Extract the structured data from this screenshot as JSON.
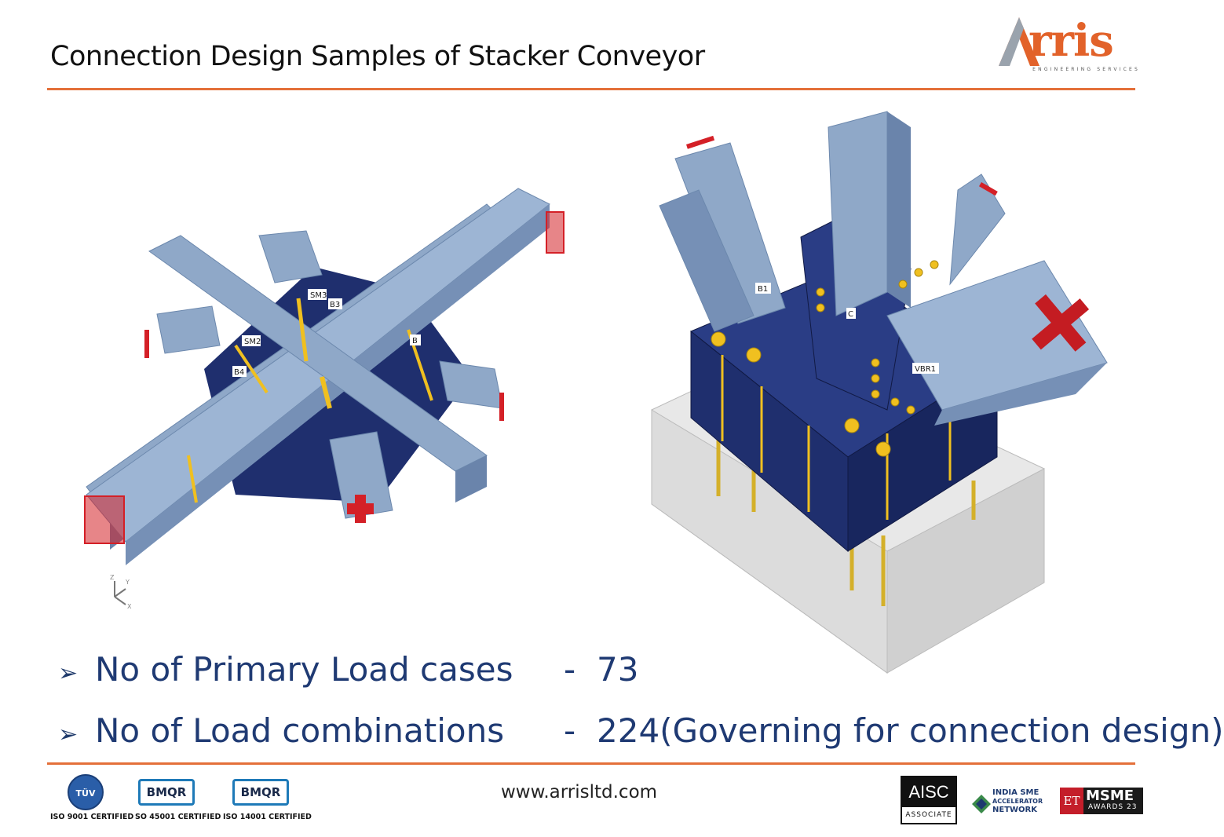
{
  "slide": {
    "title": "Connection Design Samples of Stacker Conveyor"
  },
  "logo": {
    "name": "Arris",
    "tagline": "ENGINEERING SERVICES",
    "color": "#e2622a"
  },
  "figures": {
    "left_labels": [
      "SM3",
      "B3",
      "SM2",
      "B4",
      "B"
    ],
    "axis_labels": [
      "Z",
      "Y",
      "X"
    ],
    "right_labels": [
      "B1",
      "C",
      "VBR1"
    ]
  },
  "bullets": [
    {
      "label": "No of Primary Load cases",
      "dash": "-",
      "value": "73"
    },
    {
      "label": "No of Load combinations",
      "dash": "-",
      "value": "224(Governing for connection design)"
    }
  ],
  "footer": {
    "website": "www.arrisltd.com",
    "certifications": [
      {
        "badge": "TÜV",
        "label": "ISO 9001 CERTIFIED"
      },
      {
        "badge": "BMQR",
        "label": "SO 45001 CERTIFIED"
      },
      {
        "badge": "BMQR",
        "label": "ISO 14001 CERTIFIED"
      }
    ],
    "aisc": {
      "top": "AISC",
      "bottom": "ASSOCIATE"
    },
    "india_sme": [
      "INDIA SME",
      "ACCELERATOR",
      "NETWORK"
    ],
    "et_msme": {
      "left": "ET",
      "main": "MSME",
      "sub": "AWARDS 23"
    }
  },
  "colors": {
    "accent_rule": "#e4703a",
    "text_blue": "#1f3a73",
    "steel_light": "#8fa8c8",
    "steel_dark": "#1f2f6e",
    "weld": "#f0c020",
    "load_red": "#d42027"
  }
}
